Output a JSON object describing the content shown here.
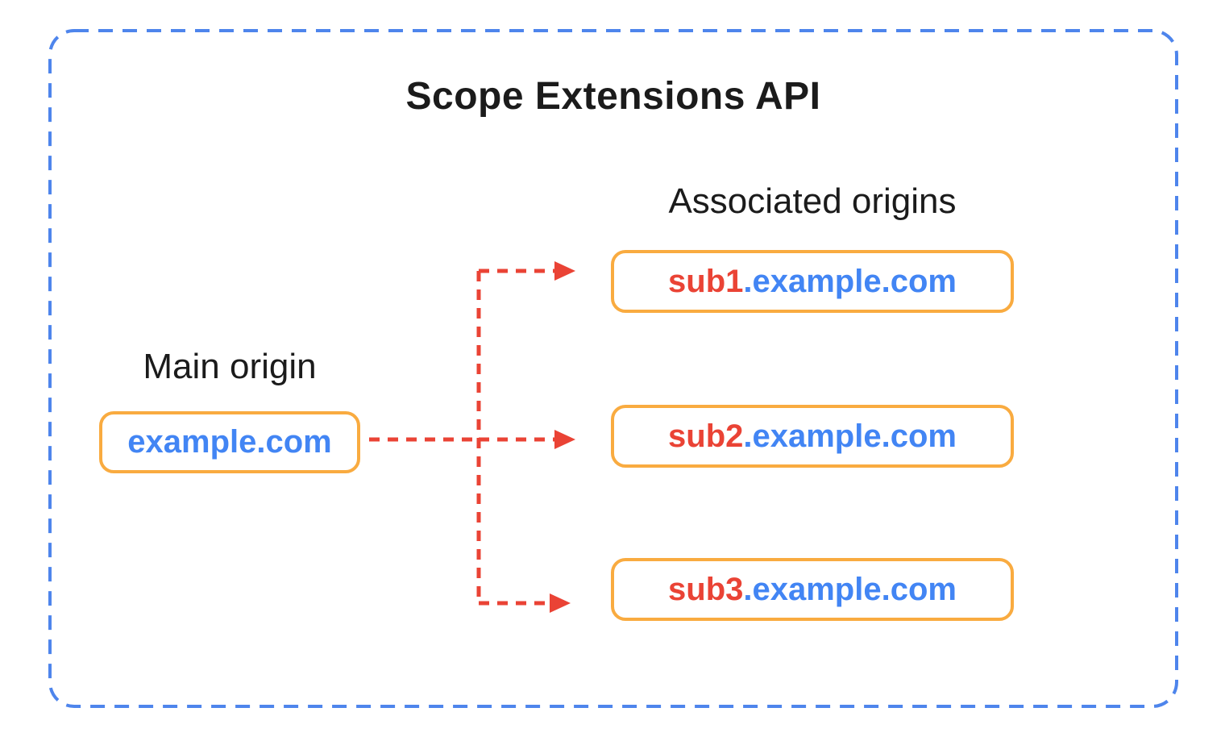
{
  "diagram": {
    "title": "Scope Extensions API",
    "main_origin": {
      "label": "Main origin",
      "domain": "example.com"
    },
    "associated_origins": {
      "label": "Associated origins",
      "items": [
        {
          "subdomain": "sub1",
          "suffix": ".example.com"
        },
        {
          "subdomain": "sub2",
          "suffix": ".example.com"
        },
        {
          "subdomain": "sub3",
          "suffix": ".example.com"
        }
      ]
    },
    "colors": {
      "blue": "#4285F4",
      "border_blue": "#4E85EC",
      "orange": "#F9AB40",
      "red": "#EA4335",
      "text": "#1B1B1B",
      "background": "#FFFFFF"
    }
  }
}
